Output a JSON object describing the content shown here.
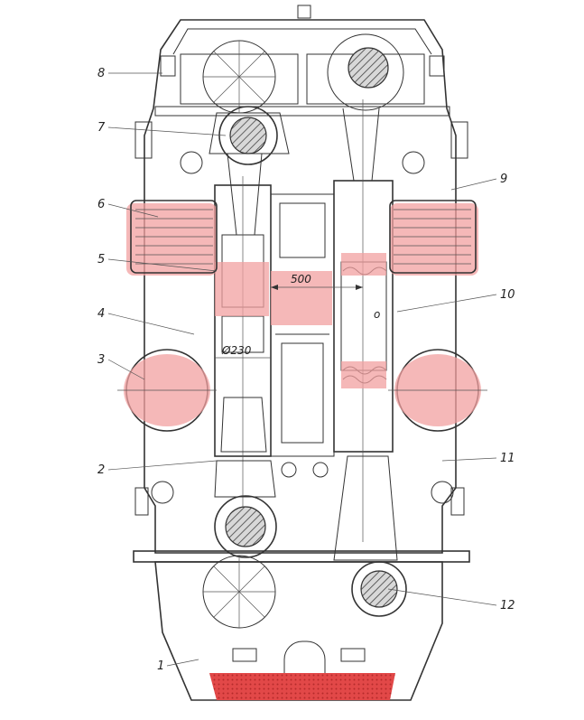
{
  "callouts": [
    {
      "label": "1"
    },
    {
      "label": "2"
    },
    {
      "label": "3"
    },
    {
      "label": "4"
    },
    {
      "label": "5"
    },
    {
      "label": "6"
    },
    {
      "label": "7"
    },
    {
      "label": "8"
    },
    {
      "label": "9"
    },
    {
      "label": "10"
    },
    {
      "label": "11"
    },
    {
      "label": "12"
    }
  ],
  "dimensions": {
    "stroke": "500",
    "bore": "Ø230"
  },
  "colors": {
    "coolant_zone": "#f2a0a0",
    "oil_sump": "#e24848",
    "line": "#333333"
  }
}
